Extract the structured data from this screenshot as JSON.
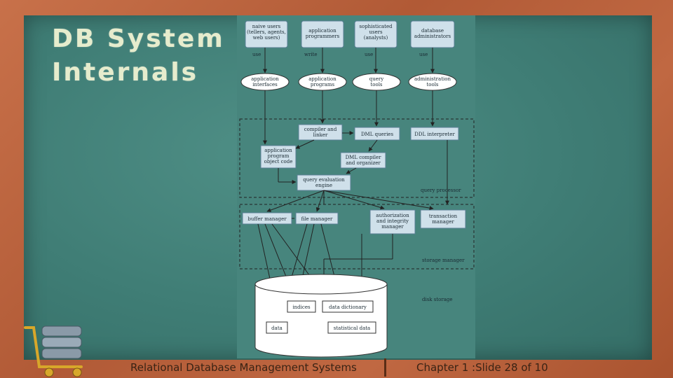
{
  "slide": {
    "title_line1": "DB System",
    "title_line2": "Internals"
  },
  "footer": {
    "course": "Relational Database Management Systems",
    "chapter": "Chapter 1 :Slide 28 of  10"
  },
  "diagram": {
    "users": [
      {
        "lines": [
          "naive users",
          "(tellers, agents,",
          "web users)"
        ]
      },
      {
        "lines": [
          "application",
          "programmers"
        ]
      },
      {
        "lines": [
          "sophisticated",
          "users",
          "(analysts)"
        ]
      },
      {
        "lines": [
          "database",
          "administrators"
        ]
      }
    ],
    "actions": [
      "use",
      "write",
      "use",
      "use"
    ],
    "tools": [
      {
        "lines": [
          "application",
          "interfaces"
        ]
      },
      {
        "lines": [
          "application",
          "programs"
        ]
      },
      {
        "lines": [
          "query",
          "tools"
        ]
      },
      {
        "lines": [
          "administration",
          "tools"
        ]
      }
    ],
    "qp": {
      "compiler": [
        "compiler and",
        "linker"
      ],
      "dml_queries": "DML queries",
      "ddl_interpreter": "DDL interpreter",
      "app_code": [
        "application",
        "program",
        "object code"
      ],
      "dml_compiler": [
        "DML compiler",
        "and organizer"
      ],
      "query_engine": [
        "query evaluation",
        "engine"
      ],
      "label": "query processor"
    },
    "sm": {
      "buffer": "buffer manager",
      "file": "file manager",
      "auth": [
        "authorization",
        "and integrity",
        "manager"
      ],
      "transaction": [
        "transaction",
        "manager"
      ],
      "label": "storage manager"
    },
    "disk": {
      "indices": "indices",
      "data_dictionary": "data dictionary",
      "data": "data",
      "statistical": "statistical data",
      "label": "disk storage"
    }
  }
}
